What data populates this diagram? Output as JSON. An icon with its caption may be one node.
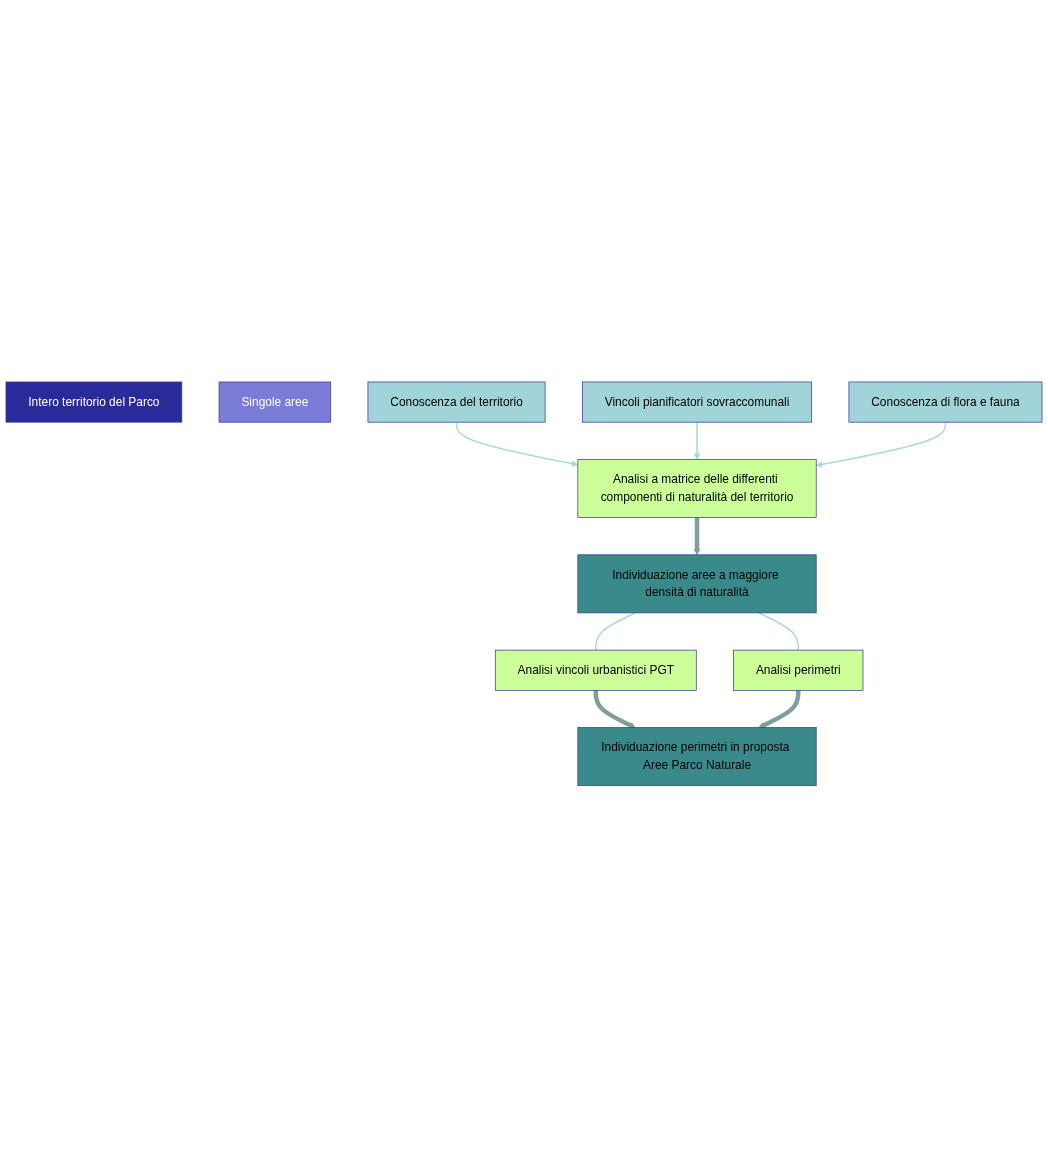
{
  "diagram": {
    "nodes": [
      {
        "text": [
          "Intero territorio del Parco"
        ]
      },
      {
        "text": [
          "Singole aree"
        ]
      },
      {
        "text": [
          "Conoscenza del territorio"
        ]
      },
      {
        "text": [
          "Vincoli pianificatori sovraccomunali"
        ]
      },
      {
        "text": [
          "Conoscenza di flora e fauna"
        ]
      },
      {
        "text": [
          "Analisi a matrice delle differenti componenti di naturalità del territorio"
        ]
      },
      {
        "text": [
          "Individuazione aree a maggiore densità di naturalità"
        ]
      },
      {
        "text": [
          "Analisi vincoli urbanistici PGT"
        ]
      },
      {
        "text": [
          "Analisi perimetri"
        ]
      },
      {
        "text": [
          "Individuazione perimetri in proposta Aree Parco Naturale"
        ]
      }
    ],
    "edges": [
      {
        "from": 2,
        "to": 5,
        "arrow": "to"
      },
      {
        "from": 3,
        "to": 5,
        "arrow": "to"
      },
      {
        "from": 4,
        "to": 5,
        "arrow": "to"
      },
      {
        "from": 5,
        "to": 6,
        "arrow": "to",
        "style": "thick",
        "color": "#7f9f9f"
      },
      {
        "from": 6,
        "to": 7,
        "arrow": "none"
      },
      {
        "from": 6,
        "to": 8,
        "arrow": "none"
      },
      {
        "from": 7,
        "to": 9,
        "arrow": "to",
        "style": "thick",
        "color": "#7f9f9f"
      },
      {
        "from": 8,
        "to": 9,
        "arrow": "to",
        "style": "thick",
        "color": "#7f9f9f"
      }
    ]
  }
}
